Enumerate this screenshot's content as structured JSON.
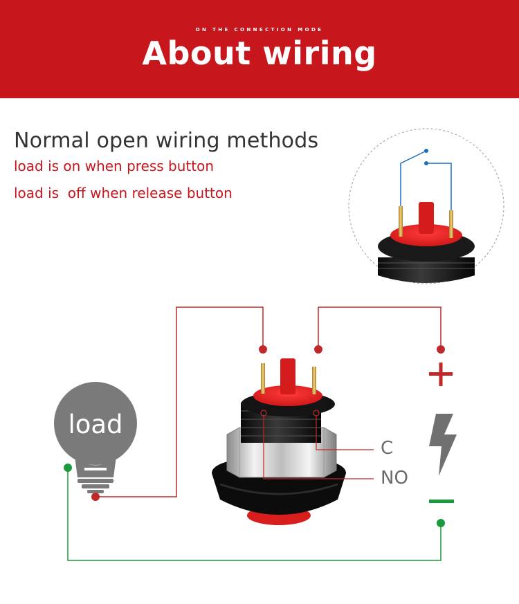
{
  "banner": {
    "subtitle": "ON THE CONNECTION MODE",
    "title": "About wiring"
  },
  "heading": "Normal open wiring methods",
  "notes": {
    "line1": "load is on when press button",
    "line2": "load is  off when release button"
  },
  "diagram": {
    "load_label": "load",
    "terminal_c": "C",
    "terminal_no": "NO",
    "positive_symbol": "+",
    "negative_symbol": "−"
  },
  "colors": {
    "brand_red": "#c8161d",
    "wire_red": "#c0282a",
    "wire_green": "#1a9a3c",
    "wire_blue": "#1a6fc0",
    "bulb_gray": "#7a7a7a",
    "label_gray": "#6b6b6b"
  }
}
